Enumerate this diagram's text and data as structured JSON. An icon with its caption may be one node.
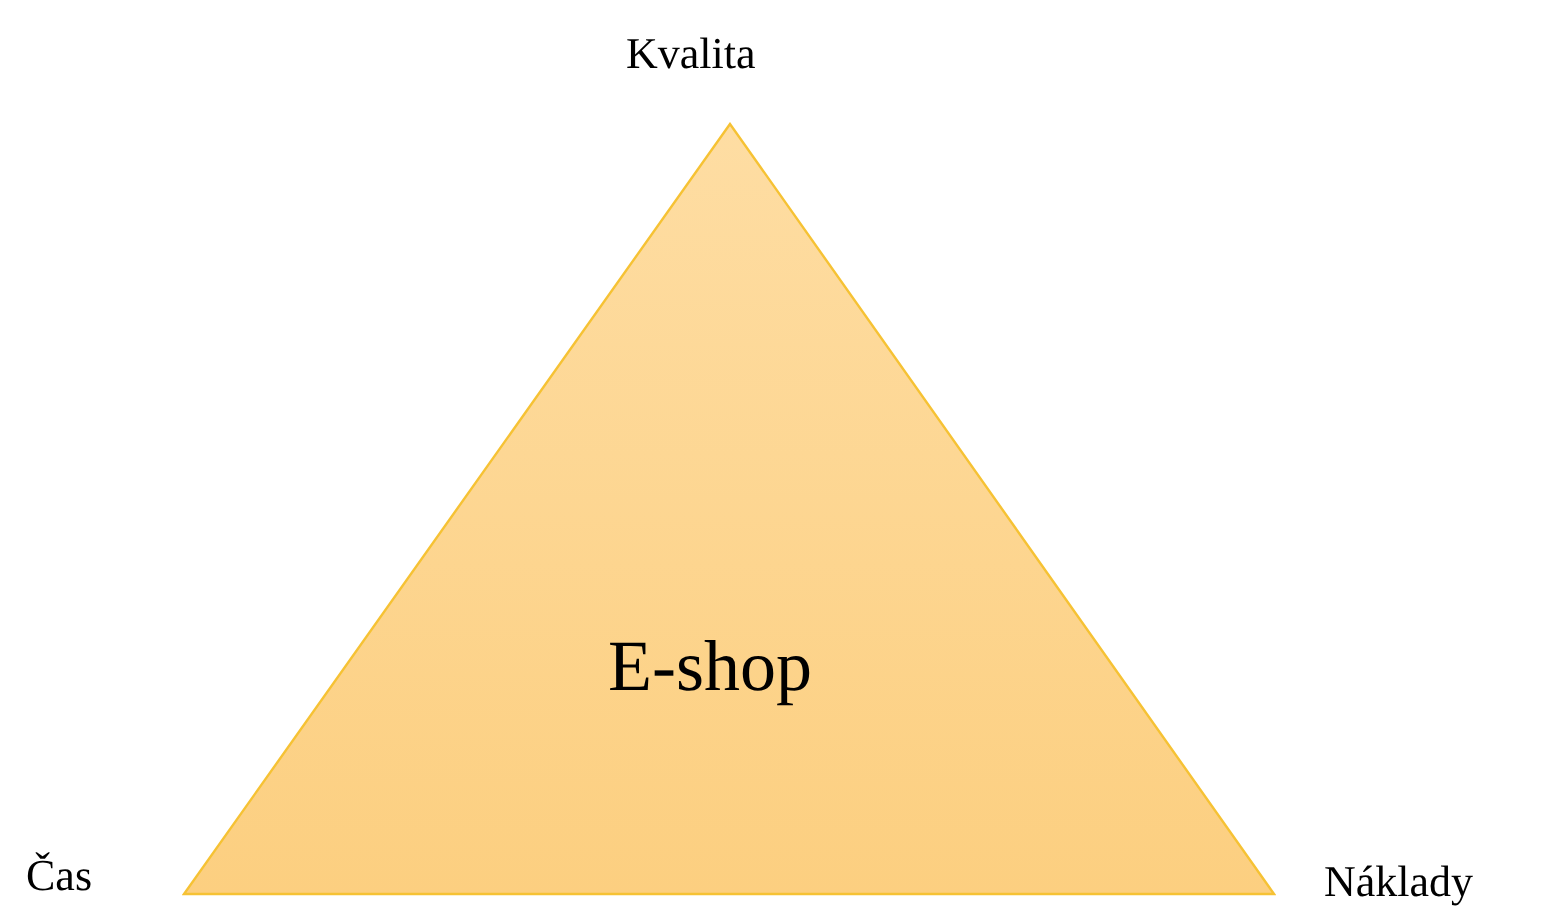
{
  "diagram": {
    "nodes": [
      {
        "text": [
          "E-shop"
        ]
      }
    ],
    "labels": [
      "Kvalita",
      "Čas",
      "Náklady"
    ]
  }
}
